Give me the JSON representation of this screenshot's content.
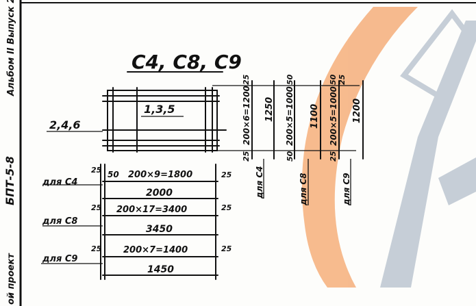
{
  "title": "С4, С8, С9",
  "side_stamp": {
    "album": "Альбом II Выпуск 2",
    "series": "БПТ-5-8",
    "project": "ой проект"
  },
  "plan": {
    "mark_left": "2,4,6",
    "mark_center": "1,3,5"
  },
  "rows": [
    {
      "label": "для С4",
      "left_gap": "25",
      "inner_gap": "50",
      "formula": "200×9=1800",
      "right_gap": "25",
      "total": "2000"
    },
    {
      "label": "для С8",
      "left_gap": "25",
      "formula": "200×17=3400",
      "right_gap": "25",
      "total": "3450"
    },
    {
      "label": "для С9",
      "left_gap": "25",
      "formula": "200×7=1400",
      "right_gap": "25",
      "total": "1450"
    }
  ],
  "columns": [
    {
      "label": "для С4",
      "top_gap": "25",
      "formula": "200×6=1200",
      "dim": "1250",
      "bottom_gap": "25"
    },
    {
      "label": "для С8",
      "top_gap": "50",
      "formula": "200×5=1000",
      "dim": "1100",
      "bottom_gap": "50"
    },
    {
      "label": "для С9",
      "top_gap": "50",
      "top_gap_2": "25",
      "formula": "200×5=1000",
      "dim": "1200",
      "bottom_gap": "25"
    }
  ],
  "watermark": {
    "arc_color": "#f4a46a",
    "logo_color": "#b4bfcc"
  }
}
